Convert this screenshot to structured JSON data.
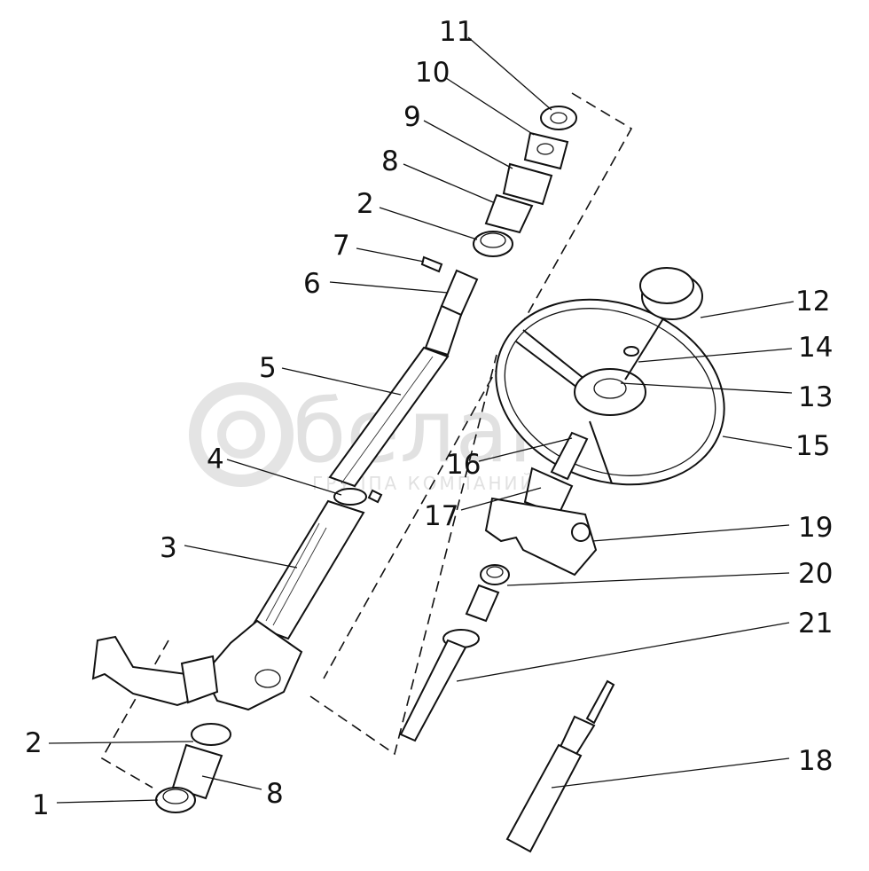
{
  "corner_mark": "",
  "watermark": {
    "logo_text": "белагро",
    "sub_text": "ГРУППА КОМПАНИЙ"
  },
  "callouts": {
    "c1": "1",
    "c2a": "2",
    "c2b": "2",
    "c3": "3",
    "c4": "4",
    "c5": "5",
    "c6": "6",
    "c7": "7",
    "c8a": "8",
    "c8b": "8",
    "c9": "9",
    "c10": "10",
    "c11": "11",
    "c12": "12",
    "c13": "13",
    "c14": "14",
    "c15": "15",
    "c16": "16",
    "c17": "17",
    "c18": "18",
    "c19": "19",
    "c20": "20",
    "c21": "21"
  }
}
